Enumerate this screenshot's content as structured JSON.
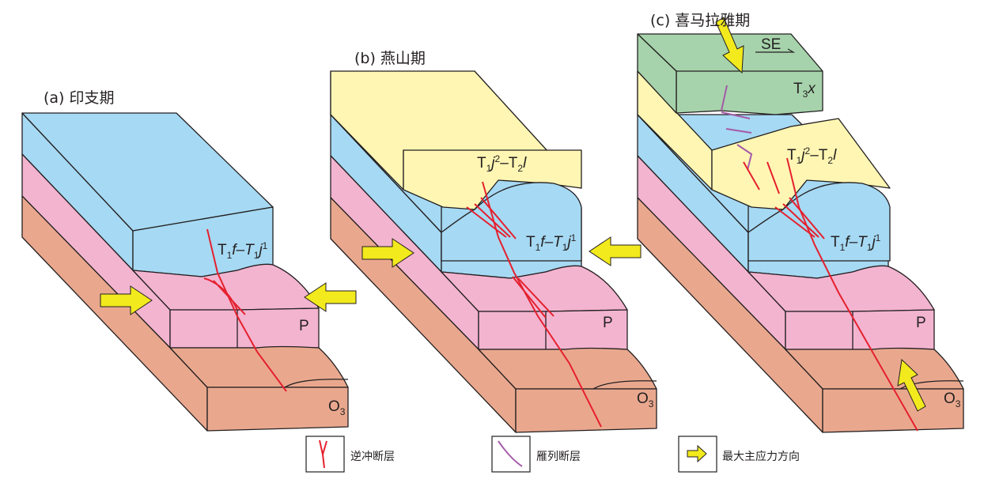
{
  "colors": {
    "blue": "#a6d9f3",
    "pink": "#f3b4d0",
    "orange": "#e9a88e",
    "yellow": "#fff6b3",
    "green": "#a6d3ab",
    "fault": "#e5202e",
    "echelon": "#a55aa8",
    "arrow": "#f2ea1c"
  },
  "panels": [
    {
      "title": "(a) 印支期"
    },
    {
      "title": "(b) 燕山期"
    },
    {
      "title": "(c) 喜马拉雅期"
    }
  ],
  "strata": {
    "tf": [
      "T",
      "1",
      "f–T",
      "1",
      "j",
      "1"
    ],
    "tj": [
      "T",
      "1",
      "j",
      "2",
      "–T",
      "2",
      "l"
    ],
    "t3x": [
      "T",
      "3",
      "x"
    ],
    "p": "P",
    "o3": [
      "O",
      "3"
    ]
  },
  "direction_label": "SE",
  "legend": [
    {
      "icon": "thrust-fault-icon",
      "label": "逆冲断层"
    },
    {
      "icon": "echelon-fault-icon",
      "label": "雁列断层"
    },
    {
      "icon": "stress-arrow-icon",
      "label": "最大主应力方向"
    }
  ]
}
